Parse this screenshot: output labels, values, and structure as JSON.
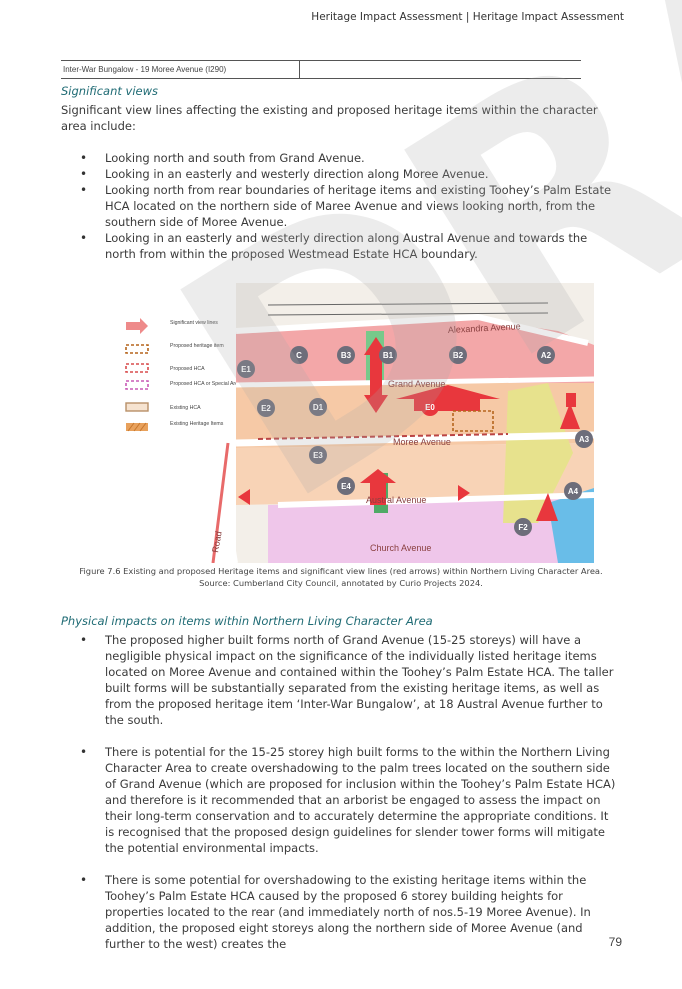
{
  "header": {
    "title": "Heritage Impact Assessment | Heritage Impact Assessment"
  },
  "table": {
    "row1_col1": "Inter-War Bungalow - 19 Moree Avenue (I290)",
    "row1_col2": ""
  },
  "sections": {
    "views_heading": "Significant views",
    "views_intro": "Significant view lines affecting the existing and proposed heritage items within the character area include:",
    "views_bullets": [
      "Looking north and south from Grand Avenue.",
      "Looking in an easterly and westerly direction along Moree Avenue.",
      "Looking north from rear boundaries of heritage items and existing Toohey’s Palm Estate HCA located on the northern side of Maree Avenue and views looking north, from the southern side of Moree Avenue.",
      "Looking in an easterly and westerly direction along Austral Avenue and towards the north from within the proposed Westmead Estate HCA boundary."
    ],
    "impacts_heading": "Physical impacts on items within Northern Living Character Area",
    "impacts_bullets": [
      "The proposed higher built forms north of Grand Avenue (15-25 storeys) will have a negligible physical impact on the significance of the individually listed heritage items located on Moree Avenue and contained within the Toohey’s Palm Estate HCA. The taller built forms will be substantially separated from the existing heritage items, as well as from the proposed heritage item ‘Inter-War Bungalow’, at 18 Austral Avenue further to the south.",
      "There is potential for the 15-25 storey high built forms to the within the Northern Living Character Area to create overshadowing to the palm trees located on the southern side of Grand Avenue (which are proposed for inclusion within the Toohey’s Palm Estate HCA) and therefore is it recommended that an arborist be engaged to assess the impact on their long-term conservation and to accurately determine the appropriate conditions. It is recognised that the proposed design guidelines for slender tower forms will mitigate the potential environmental impacts.",
      "There is some potential for overshadowing to the existing heritage items within the Toohey’s Palm Estate HCA caused by the proposed 6 storey building heights for properties located to the rear (and immediately north of nos.5-19 Moree Avenue). In addition, the proposed eight storeys along the northern side of Moree Avenue (and further to the west) creates the"
    ]
  },
  "figure": {
    "caption_line1": "Figure 7.6 Existing and proposed Heritage items and significant view lines (red arrows) within Northern Living Character Area.",
    "caption_line2": "Source: Cumberland City Council, annotated by Curio Projects 2024.",
    "legend": {
      "view_lines": "Significant view lines",
      "proposed_heritage_item": "Proposed heritage item",
      "proposed_hca": "Proposed HCA",
      "proposed_hca_special": "Proposed HCA or Special Area",
      "existing_hca": "Existing HCA",
      "existing_heritage_items": "Existing Heritage Items"
    },
    "streets": {
      "alexandra": "Alexandra Avenue",
      "grand": "Grand Avenue",
      "moree": "Moree Avenue",
      "austral": "Austral Avenue",
      "church": "Church Avenue",
      "road": "Road"
    },
    "markers": [
      "C",
      "B3",
      "B1",
      "B2",
      "A2",
      "E1",
      "E2",
      "D1",
      "E0",
      "A3",
      "E3",
      "E4",
      "A4",
      "F2"
    ],
    "colors": {
      "accent": "#1f6b74",
      "arrow": "#e8373d",
      "marker": "#6d6d7a"
    }
  },
  "page": {
    "number": "79"
  },
  "watermark": {
    "text": "DRAFT"
  }
}
